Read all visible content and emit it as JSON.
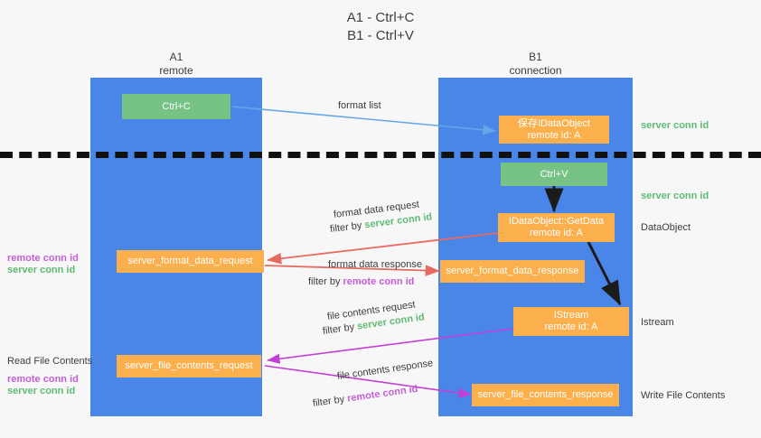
{
  "title": {
    "line1": "A1 - Ctrl+C",
    "line2": "B1 - Ctrl+V"
  },
  "lanes": [
    {
      "id": "a1",
      "name": "A1",
      "sub": "remote",
      "color": "#4a86e8"
    },
    {
      "id": "b1",
      "name": "B1",
      "sub": "connection",
      "color": "#4a86e8"
    }
  ],
  "colors": {
    "lane": "#4a86e8",
    "green_box": "#77c386",
    "orange_box": "#fbb04d",
    "green_text": "#5fbb74",
    "purple_text": "#c45fd6",
    "blue_arrow": "#62a8e8",
    "red_arrow": "#e8695f",
    "magenta_arrow": "#c43fd6",
    "black_arrow": "#1b1b1b",
    "background": "#f7f7f7"
  },
  "nodes": [
    {
      "id": "ctrl-c",
      "line1": "Ctrl+C",
      "line2": ""
    },
    {
      "id": "save-idataobject",
      "line1": "保存IDataObject",
      "line2": "remote id: A"
    },
    {
      "id": "ctrl-v",
      "line1": "Ctrl+V",
      "line2": ""
    },
    {
      "id": "idataobject-getdata",
      "line1": "IDataObject::GetData",
      "line2": "remote id: A"
    },
    {
      "id": "server-format-data-request",
      "line1": "server_format_data_request",
      "line2": ""
    },
    {
      "id": "server-format-data-response",
      "line1": "server_format_data_response",
      "line2": ""
    },
    {
      "id": "istream",
      "line1": "IStream",
      "line2": "remote id: A"
    },
    {
      "id": "server-file-contents-request",
      "line1": "server_file_contents_request",
      "line2": ""
    },
    {
      "id": "server-file-contents-response",
      "line1": "server_file_contents_response",
      "line2": ""
    }
  ],
  "edge_labels": {
    "format_list": "format list",
    "format_data_request": "format data request",
    "format_data_response": "format data response",
    "file_contents_request": "file contents request",
    "file_contents_response": "file contents response",
    "filter_by": "filter by",
    "server_conn_id": "server conn id",
    "remote_conn_id": "remote conn id"
  },
  "right_annotations": [
    {
      "id": "server-conn-id-top",
      "text": "server conn id",
      "style": "green"
    },
    {
      "id": "server-conn-id-mid",
      "text": "server conn id",
      "style": "green"
    },
    {
      "id": "dataobject",
      "text": "DataObject",
      "style": "plain"
    },
    {
      "id": "istream-label",
      "text": "Istream",
      "style": "plain"
    },
    {
      "id": "write-file-contents",
      "text": "Write File Contents",
      "style": "plain"
    }
  ],
  "left_annotations": [
    {
      "id": "remote-conn-id-mid",
      "text": "remote conn id",
      "style": "purple"
    },
    {
      "id": "server-conn-id-left-mid",
      "text": "server conn id",
      "style": "green"
    },
    {
      "id": "read-file-contents",
      "text": "Read File Contents",
      "style": "plain"
    },
    {
      "id": "remote-conn-id-low",
      "text": "remote conn id",
      "style": "purple"
    },
    {
      "id": "server-conn-id-low",
      "text": "server conn id",
      "style": "green"
    }
  ]
}
